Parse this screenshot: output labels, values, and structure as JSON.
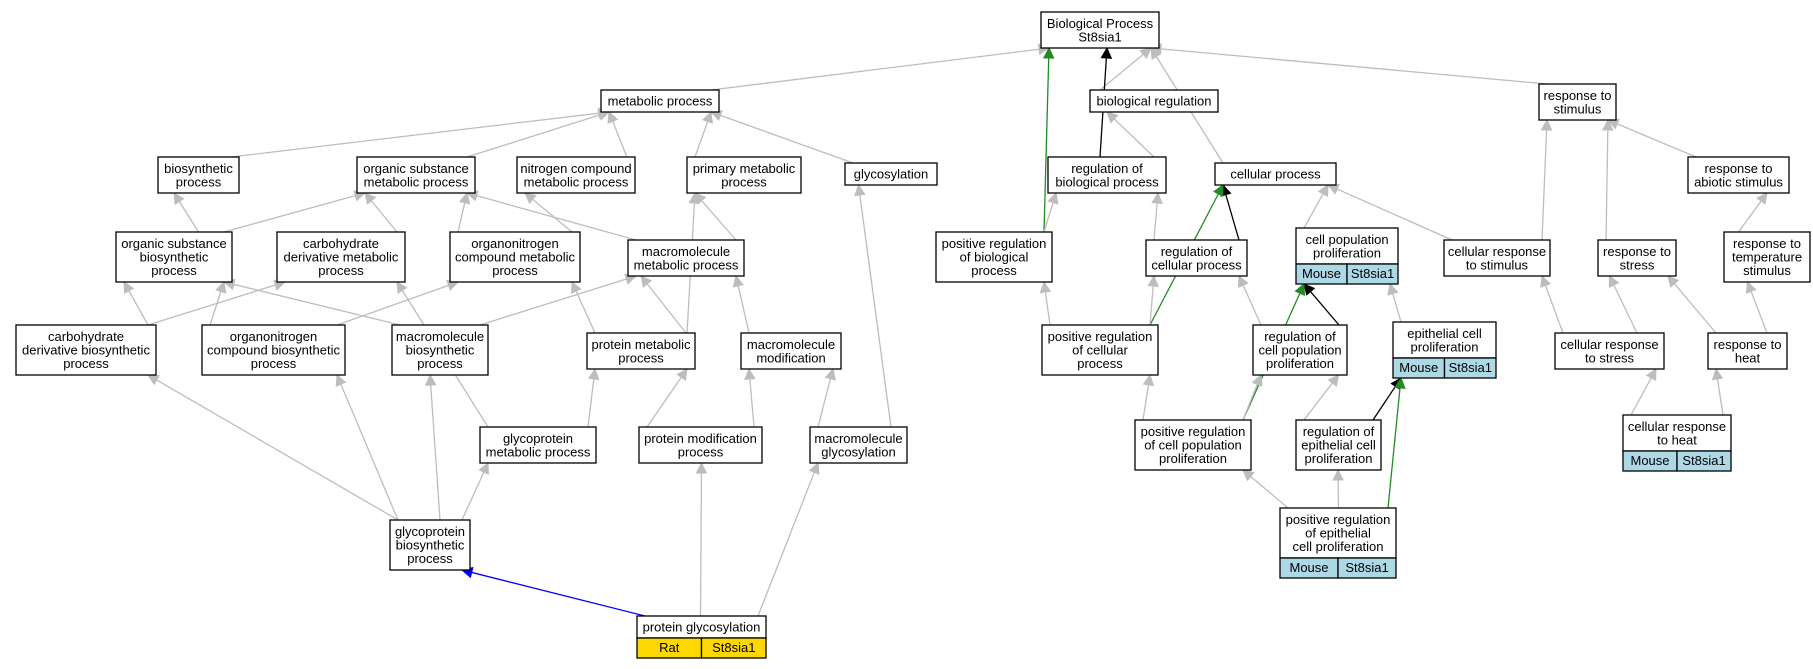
{
  "graph": {
    "nodes": [
      {
        "id": "bp",
        "lines": [
          "Biological Process",
          "St8sia1"
        ]
      },
      {
        "id": "metabolic",
        "lines": [
          "metabolic process"
        ]
      },
      {
        "id": "bioreg",
        "lines": [
          "biological regulation"
        ]
      },
      {
        "id": "resp_stim",
        "lines": [
          "response to",
          "stimulus"
        ]
      },
      {
        "id": "biosynth",
        "lines": [
          "biosynthetic",
          "process"
        ]
      },
      {
        "id": "org_meta",
        "lines": [
          "organic substance",
          "metabolic process"
        ]
      },
      {
        "id": "nitro_meta",
        "lines": [
          "nitrogen compound",
          "metabolic process"
        ]
      },
      {
        "id": "prim_meta",
        "lines": [
          "primary metabolic",
          "process"
        ]
      },
      {
        "id": "glycosylation",
        "lines": [
          "glycosylation"
        ]
      },
      {
        "id": "reg_bio",
        "lines": [
          "regulation of",
          "biological process"
        ]
      },
      {
        "id": "cellular_proc",
        "lines": [
          "cellular process"
        ]
      },
      {
        "id": "resp_abiotic",
        "lines": [
          "response to",
          "abiotic stimulus"
        ]
      },
      {
        "id": "org_biosyn",
        "lines": [
          "organic substance",
          "biosynthetic",
          "process"
        ]
      },
      {
        "id": "carb_deriv_meta",
        "lines": [
          "carbohydrate",
          "derivative metabolic",
          "process"
        ]
      },
      {
        "id": "orgN_meta",
        "lines": [
          "organonitrogen",
          "compound metabolic",
          "process"
        ]
      },
      {
        "id": "macro_meta",
        "lines": [
          "macromolecule",
          "metabolic process"
        ]
      },
      {
        "id": "pos_reg_bio",
        "lines": [
          "positive regulation",
          "of biological",
          "process"
        ]
      },
      {
        "id": "reg_cell",
        "lines": [
          "regulation of",
          "cellular process"
        ]
      },
      {
        "id": "cell_pop_prolif",
        "lines": [
          "cell population",
          "proliferation"
        ],
        "annotation": [
          "Mouse",
          "St8sia1"
        ],
        "ann_style": "mouse"
      },
      {
        "id": "cell_resp_stim",
        "lines": [
          "cellular response",
          "to stimulus"
        ]
      },
      {
        "id": "resp_stress",
        "lines": [
          "response to",
          "stress"
        ]
      },
      {
        "id": "resp_temp",
        "lines": [
          "response to",
          "temperature",
          "stimulus"
        ]
      },
      {
        "id": "carb_deriv_biosyn",
        "lines": [
          "carbohydrate",
          "derivative biosynthetic",
          "process"
        ]
      },
      {
        "id": "orgN_biosyn",
        "lines": [
          "organonitrogen",
          "compound biosynthetic",
          "process"
        ]
      },
      {
        "id": "macro_biosyn",
        "lines": [
          "macromolecule",
          "biosynthetic",
          "process"
        ]
      },
      {
        "id": "prot_meta",
        "lines": [
          "protein metabolic",
          "process"
        ]
      },
      {
        "id": "macro_mod",
        "lines": [
          "macromolecule",
          "modification"
        ]
      },
      {
        "id": "pos_reg_cell",
        "lines": [
          "positive regulation",
          "of cellular",
          "process"
        ]
      },
      {
        "id": "reg_cell_pop",
        "lines": [
          "regulation of",
          "cell population",
          "proliferation"
        ]
      },
      {
        "id": "epi_prolif",
        "lines": [
          "epithelial cell",
          "proliferation"
        ],
        "annotation": [
          "Mouse",
          "St8sia1"
        ],
        "ann_style": "mouse"
      },
      {
        "id": "cell_resp_stress",
        "lines": [
          "cellular response",
          "to stress"
        ]
      },
      {
        "id": "resp_heat",
        "lines": [
          "response to",
          "heat"
        ]
      },
      {
        "id": "glycoprot_meta",
        "lines": [
          "glycoprotein",
          "metabolic process"
        ]
      },
      {
        "id": "prot_mod",
        "lines": [
          "protein modification",
          "process"
        ]
      },
      {
        "id": "macro_glyco",
        "lines": [
          "macromolecule",
          "glycosylation"
        ]
      },
      {
        "id": "pos_reg_cell_pop",
        "lines": [
          "positive regulation",
          "of cell population",
          "proliferation"
        ]
      },
      {
        "id": "reg_epi",
        "lines": [
          "regulation of",
          "epithelial cell",
          "proliferation"
        ]
      },
      {
        "id": "cell_resp_heat",
        "lines": [
          "cellular response",
          "to heat"
        ],
        "annotation": [
          "Mouse",
          "St8sia1"
        ],
        "ann_style": "mouse"
      },
      {
        "id": "glycoprot_biosyn",
        "lines": [
          "glycoprotein",
          "biosynthetic",
          "process"
        ]
      },
      {
        "id": "pos_reg_epi",
        "lines": [
          "positive regulation",
          "of epithelial",
          "cell proliferation"
        ],
        "annotation": [
          "Mouse",
          "St8sia1"
        ],
        "ann_style": "mouse"
      },
      {
        "id": "prot_glyco",
        "lines": [
          "protein glycosylation"
        ],
        "annotation": [
          "Rat",
          "St8sia1"
        ],
        "ann_style": "rat"
      }
    ],
    "edges": [
      {
        "from": "metabolic",
        "to": "bp",
        "kind": "is_a"
      },
      {
        "from": "bioreg",
        "to": "bp",
        "kind": "is_a"
      },
      {
        "from": "resp_stim",
        "to": "bp",
        "kind": "is_a"
      },
      {
        "from": "cellular_proc",
        "to": "bp",
        "kind": "is_a"
      },
      {
        "from": "reg_bio",
        "to": "bp",
        "kind": "regulates"
      },
      {
        "from": "pos_reg_bio",
        "to": "bp",
        "kind": "positively_regulates"
      },
      {
        "from": "reg_bio",
        "to": "bioreg",
        "kind": "is_a"
      },
      {
        "from": "biosynth",
        "to": "metabolic",
        "kind": "is_a"
      },
      {
        "from": "org_meta",
        "to": "metabolic",
        "kind": "is_a"
      },
      {
        "from": "nitro_meta",
        "to": "metabolic",
        "kind": "is_a"
      },
      {
        "from": "prim_meta",
        "to": "metabolic",
        "kind": "is_a"
      },
      {
        "from": "glycosylation",
        "to": "metabolic",
        "kind": "is_a"
      },
      {
        "from": "cell_resp_stim",
        "to": "resp_stim",
        "kind": "is_a"
      },
      {
        "from": "resp_stress",
        "to": "resp_stim",
        "kind": "is_a"
      },
      {
        "from": "resp_abiotic",
        "to": "resp_stim",
        "kind": "is_a"
      },
      {
        "from": "resp_temp",
        "to": "resp_abiotic",
        "kind": "is_a"
      },
      {
        "from": "org_biosyn",
        "to": "biosynth",
        "kind": "is_a"
      },
      {
        "from": "org_biosyn",
        "to": "org_meta",
        "kind": "is_a"
      },
      {
        "from": "carb_deriv_meta",
        "to": "org_meta",
        "kind": "is_a"
      },
      {
        "from": "orgN_meta",
        "to": "org_meta",
        "kind": "is_a"
      },
      {
        "from": "macro_meta",
        "to": "org_meta",
        "kind": "is_a"
      },
      {
        "from": "orgN_meta",
        "to": "nitro_meta",
        "kind": "is_a"
      },
      {
        "from": "macro_meta",
        "to": "prim_meta",
        "kind": "is_a"
      },
      {
        "from": "prot_meta",
        "to": "prim_meta",
        "kind": "is_a"
      },
      {
        "from": "pos_reg_bio",
        "to": "reg_bio",
        "kind": "is_a"
      },
      {
        "from": "reg_cell",
        "to": "reg_bio",
        "kind": "is_a"
      },
      {
        "from": "reg_cell",
        "to": "cellular_proc",
        "kind": "regulates"
      },
      {
        "from": "pos_reg_cell",
        "to": "cellular_proc",
        "kind": "positively_regulates"
      },
      {
        "from": "cell_pop_prolif",
        "to": "cellular_proc",
        "kind": "is_a"
      },
      {
        "from": "cell_resp_stim",
        "to": "cellular_proc",
        "kind": "is_a"
      },
      {
        "from": "pos_reg_cell",
        "to": "pos_reg_bio",
        "kind": "is_a"
      },
      {
        "from": "pos_reg_cell",
        "to": "reg_cell",
        "kind": "is_a"
      },
      {
        "from": "reg_cell_pop",
        "to": "reg_cell",
        "kind": "is_a"
      },
      {
        "from": "reg_cell_pop",
        "to": "cell_pop_prolif",
        "kind": "regulates"
      },
      {
        "from": "pos_reg_cell_pop",
        "to": "cell_pop_prolif",
        "kind": "positively_regulates"
      },
      {
        "from": "epi_prolif",
        "to": "cell_pop_prolif",
        "kind": "is_a"
      },
      {
        "from": "cell_resp_stress",
        "to": "cell_resp_stim",
        "kind": "is_a"
      },
      {
        "from": "cell_resp_stress",
        "to": "resp_stress",
        "kind": "is_a"
      },
      {
        "from": "resp_heat",
        "to": "resp_stress",
        "kind": "is_a"
      },
      {
        "from": "resp_heat",
        "to": "resp_temp",
        "kind": "is_a"
      },
      {
        "from": "carb_deriv_biosyn",
        "to": "org_biosyn",
        "kind": "is_a"
      },
      {
        "from": "orgN_biosyn",
        "to": "org_biosyn",
        "kind": "is_a"
      },
      {
        "from": "macro_biosyn",
        "to": "org_biosyn",
        "kind": "is_a"
      },
      {
        "from": "carb_deriv_biosyn",
        "to": "carb_deriv_meta",
        "kind": "is_a"
      },
      {
        "from": "glycoprot_meta",
        "to": "carb_deriv_meta",
        "kind": "is_a"
      },
      {
        "from": "orgN_biosyn",
        "to": "orgN_meta",
        "kind": "is_a"
      },
      {
        "from": "prot_meta",
        "to": "orgN_meta",
        "kind": "is_a"
      },
      {
        "from": "macro_biosyn",
        "to": "macro_meta",
        "kind": "is_a"
      },
      {
        "from": "prot_meta",
        "to": "macro_meta",
        "kind": "is_a"
      },
      {
        "from": "macro_mod",
        "to": "macro_meta",
        "kind": "is_a"
      },
      {
        "from": "glycoprot_meta",
        "to": "prot_meta",
        "kind": "is_a"
      },
      {
        "from": "prot_mod",
        "to": "prot_meta",
        "kind": "is_a"
      },
      {
        "from": "prot_mod",
        "to": "macro_mod",
        "kind": "is_a"
      },
      {
        "from": "macro_glyco",
        "to": "macro_mod",
        "kind": "is_a"
      },
      {
        "from": "macro_glyco",
        "to": "glycosylation",
        "kind": "is_a"
      },
      {
        "from": "pos_reg_cell_pop",
        "to": "pos_reg_cell",
        "kind": "is_a"
      },
      {
        "from": "pos_reg_cell_pop",
        "to": "reg_cell_pop",
        "kind": "is_a"
      },
      {
        "from": "reg_epi",
        "to": "reg_cell_pop",
        "kind": "is_a"
      },
      {
        "from": "reg_epi",
        "to": "epi_prolif",
        "kind": "regulates"
      },
      {
        "from": "pos_reg_epi",
        "to": "epi_prolif",
        "kind": "positively_regulates"
      },
      {
        "from": "cell_resp_heat",
        "to": "cell_resp_stress",
        "kind": "is_a"
      },
      {
        "from": "cell_resp_heat",
        "to": "resp_heat",
        "kind": "is_a"
      },
      {
        "from": "glycoprot_biosyn",
        "to": "carb_deriv_biosyn",
        "kind": "is_a"
      },
      {
        "from": "glycoprot_biosyn",
        "to": "orgN_biosyn",
        "kind": "is_a"
      },
      {
        "from": "glycoprot_biosyn",
        "to": "macro_biosyn",
        "kind": "is_a"
      },
      {
        "from": "glycoprot_biosyn",
        "to": "glycoprot_meta",
        "kind": "is_a"
      },
      {
        "from": "pos_reg_epi",
        "to": "pos_reg_cell_pop",
        "kind": "is_a"
      },
      {
        "from": "pos_reg_epi",
        "to": "reg_epi",
        "kind": "is_a"
      },
      {
        "from": "prot_glyco",
        "to": "glycoprot_biosyn",
        "kind": "part_of"
      },
      {
        "from": "prot_glyco",
        "to": "prot_mod",
        "kind": "is_a"
      },
      {
        "from": "prot_glyco",
        "to": "macro_glyco",
        "kind": "is_a"
      }
    ],
    "colors": {
      "is_a": "#bdbdbd",
      "regulates": "#000000",
      "positively_regulates": "#228b22",
      "part_of": "#0000ff",
      "mouse_fill": "#add8e6",
      "rat_fill": "#ffd700"
    }
  }
}
